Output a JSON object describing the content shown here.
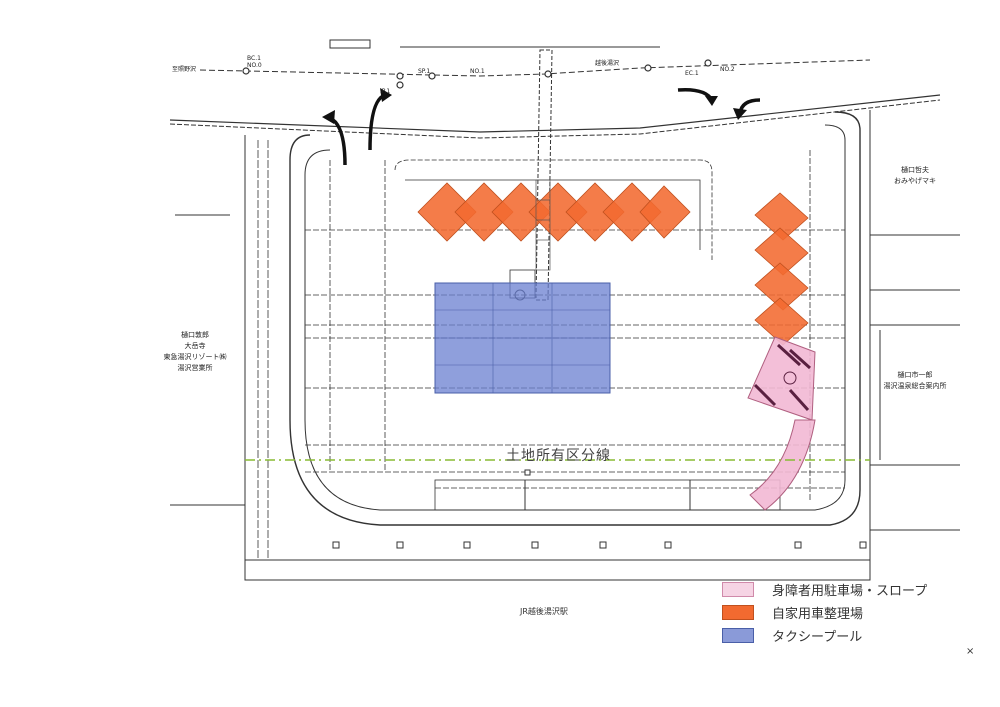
{
  "map": {
    "top_labels": {
      "road_left": "至照野沢",
      "bc": "BC.1",
      "no0": "NO.0",
      "sp": "SP.1",
      "ip": "IP.1",
      "no1": "NO.1",
      "ec": "EC.1",
      "no2": "NO.2",
      "road_right": "越後湯沢"
    },
    "left_block": [
      "樋口敦郎",
      "大岳寺",
      "東急湯沢リゾート㈱",
      "湯沢営業所"
    ],
    "right_top_block": [
      "樋口哲夫",
      "おみやげマキ"
    ],
    "right_bottom_block": [
      "樋口市一郎",
      "湯沢温泉総合案内所"
    ],
    "division_line_label": "土地所有区分線",
    "station_label": "JR越後湯沢駅",
    "colors": {
      "disabled_parking": "#f2b8d4",
      "private_car": "#f26a30",
      "taxi_pool": "#6a7fd0",
      "division_line": "#88bb33"
    }
  },
  "legend": [
    {
      "label": "身障者用駐車場・スロープ",
      "key": "disabled_parking"
    },
    {
      "label": "自家用車整理場",
      "key": "private_car"
    },
    {
      "label": "タクシープール",
      "key": "taxi_pool"
    }
  ],
  "corner_mark": "×"
}
